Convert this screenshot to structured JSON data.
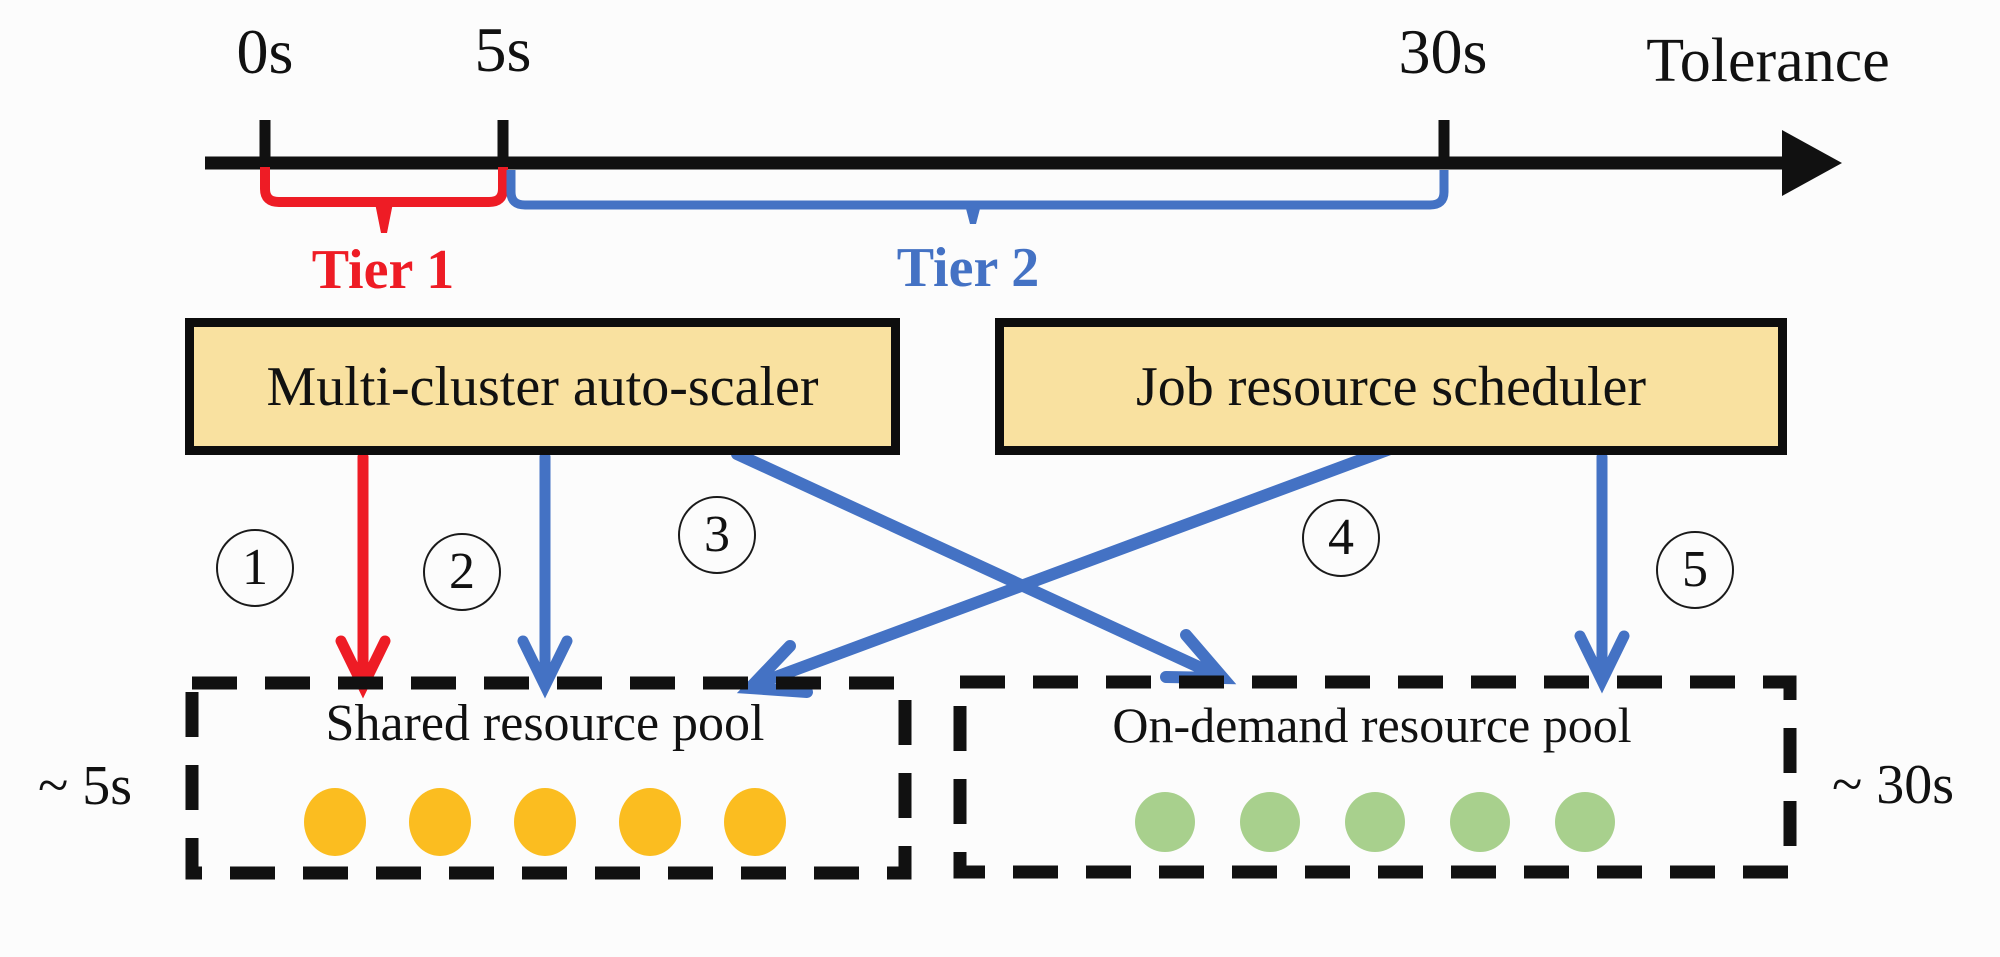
{
  "timeline": {
    "axis_label": "Tolerance",
    "tick_labels": [
      "0s",
      "5s",
      "30s"
    ],
    "tiers": [
      {
        "label": "Tier 1",
        "color": "#ee1c25"
      },
      {
        "label": "Tier 2",
        "color": "#4472c4"
      }
    ]
  },
  "schedulers": [
    {
      "label": "Multi-cluster auto-scaler"
    },
    {
      "label": "Job resource scheduler"
    }
  ],
  "arrow_labels": [
    "1",
    "2",
    "3",
    "4",
    "5"
  ],
  "pools": [
    {
      "label": "Shared resource pool",
      "provision_time": "~ 5s",
      "node_count": 5,
      "node_color": "#fbbd20"
    },
    {
      "label": "On-demand resource pool",
      "provision_time": "~ 30s",
      "node_count": 5,
      "node_color": "#a8d08d"
    }
  ],
  "colors": {
    "tier1_red": "#ee1c25",
    "tier2_blue": "#4472c4",
    "component_fill": "#f9e1a0",
    "axis_black": "#111111"
  }
}
